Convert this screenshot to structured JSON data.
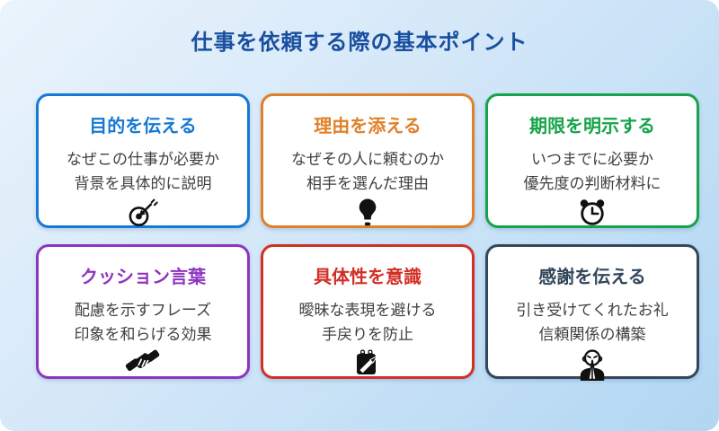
{
  "page": {
    "title": "仕事を依頼する際の基本ポイント"
  },
  "colors": {
    "title": "#1a4fa0",
    "body_text": "#3f3f3f",
    "icon": "#111111",
    "background_gradient_start": "#ebf4fc",
    "background_gradient_end": "#b1d6f3"
  },
  "cards": [
    {
      "title": "目的を伝える",
      "line1": "なぜこの仕事が必要か",
      "line2": "背景を具体的に説明",
      "icon": "dart-target-icon",
      "color": "#1779d3"
    },
    {
      "title": "理由を添える",
      "line1": "なぜその人に頼むのか",
      "line2": "相手を選んだ理由",
      "icon": "lightbulb-icon",
      "color": "#e0812a"
    },
    {
      "title": "期限を明示する",
      "line1": "いつまでに必要か",
      "line2": "優先度の判断材料に",
      "icon": "alarm-clock-icon",
      "color": "#16a34a"
    },
    {
      "title": "クッション言葉",
      "line1": "配慮を示すフレーズ",
      "line2": "印象を和らげる効果",
      "icon": "handshake-icon",
      "color": "#8e35c0"
    },
    {
      "title": "具体性を意識",
      "line1": "曖昧な表現を避ける",
      "line2": "手戻りを防止",
      "icon": "memo-pencil-icon",
      "color": "#d22f26"
    },
    {
      "title": "感謝を伝える",
      "line1": "引き受けてくれたお礼",
      "line2": "信頼関係の構築",
      "icon": "praying-person-icon",
      "color": "#33475c"
    }
  ]
}
